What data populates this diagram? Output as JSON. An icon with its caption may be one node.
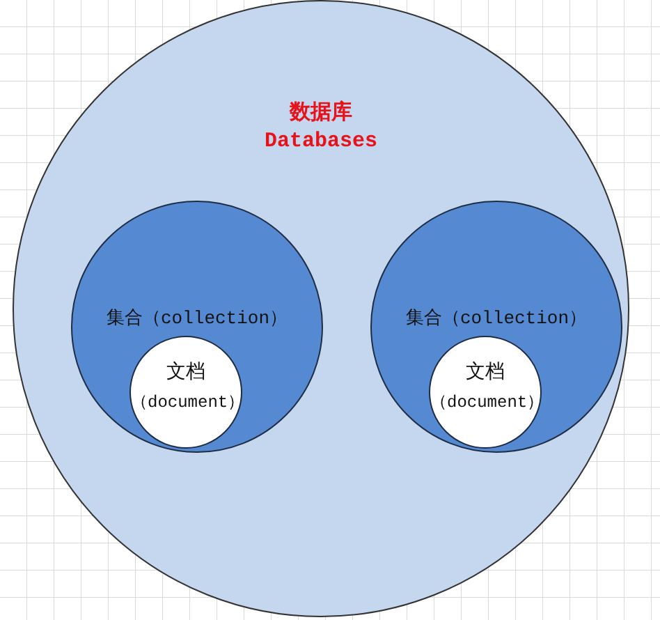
{
  "diagram": {
    "nodes": [
      {
        "text": [
          "数据库",
          "Databases"
        ]
      },
      {
        "text": [
          "集合（collection）"
        ],
        "in": 0
      },
      {
        "text": [
          "文档",
          "（document）"
        ],
        "in": 1
      },
      {
        "text": [
          "集合（collection）"
        ],
        "in": 0
      },
      {
        "text": [
          "文档",
          "（document）"
        ],
        "in": 3
      }
    ]
  }
}
